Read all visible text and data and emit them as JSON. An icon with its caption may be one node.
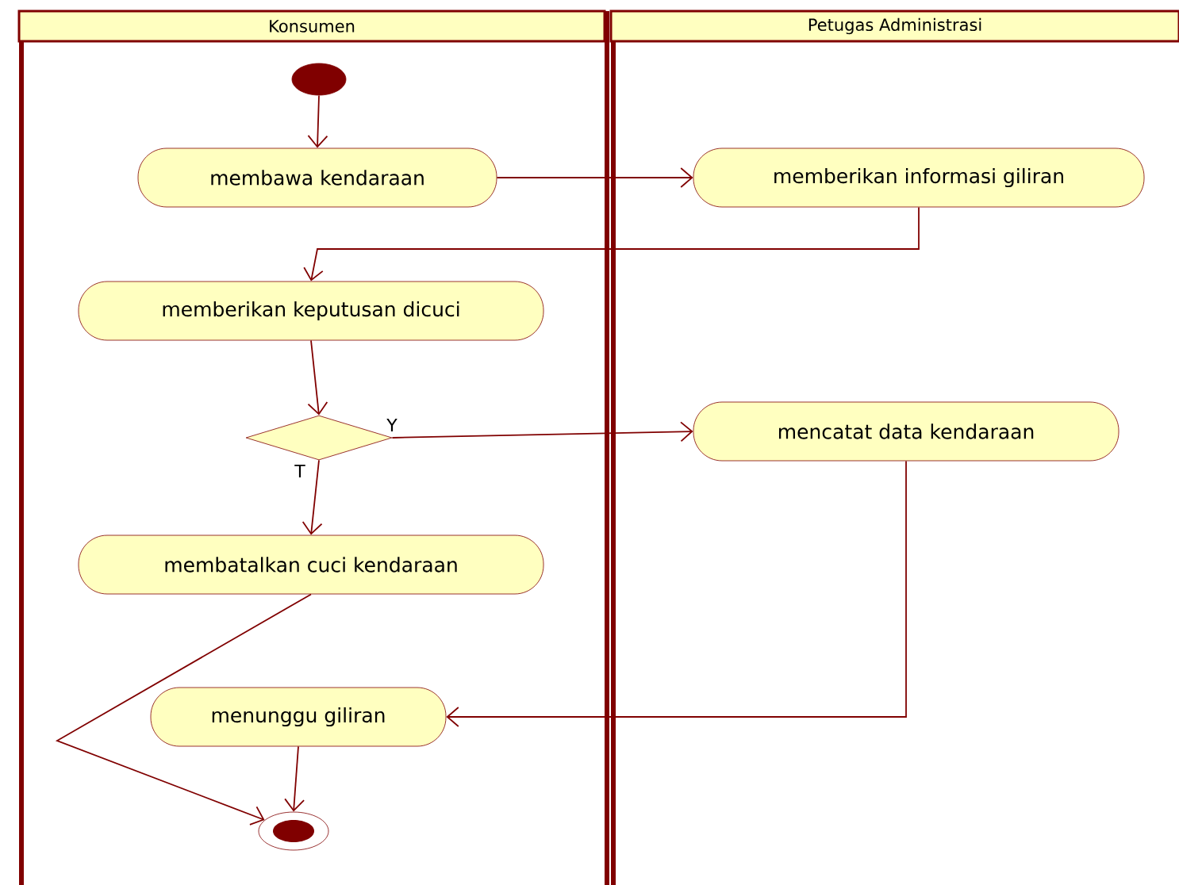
{
  "diagram": {
    "nodes": [
      {
        "text": [
          "Konsumen"
        ]
      },
      {
        "text": [
          "Petugas Administrasi"
        ]
      },
      {
        "text": [],
        "shape": "circle",
        "in": 0
      },
      {
        "text": [
          "membawa kendaraan"
        ],
        "in": 0
      },
      {
        "text": [
          "memberikan informasi giliran"
        ],
        "in": 1
      },
      {
        "text": [
          "memberikan keputusan dicuci"
        ],
        "in": 0
      },
      {
        "text": [],
        "shape": "diamond",
        "in": 0
      },
      {
        "text": [
          "mencatat data kendaraan"
        ],
        "in": 1
      },
      {
        "text": [
          "membatalkan cuci kendaraan"
        ],
        "in": 0
      },
      {
        "text": [
          "menunggu giliran"
        ],
        "in": 0
      },
      {
        "text": [],
        "shape": "bullseye",
        "in": 0
      }
    ],
    "edges": [
      {
        "from": 2,
        "to": 3,
        "arrow": "to"
      },
      {
        "from": 3,
        "to": 4,
        "arrow": "to"
      },
      {
        "from": 4,
        "to": 5,
        "arrow": "to"
      },
      {
        "from": 5,
        "to": 6,
        "arrow": "to"
      },
      {
        "from": 6,
        "to": 7,
        "arrow": "to",
        "label": "Y"
      },
      {
        "from": 6,
        "to": 8,
        "arrow": "to",
        "label": "T"
      },
      {
        "from": 8,
        "to": 10,
        "arrow": "to"
      },
      {
        "from": 7,
        "to": 9,
        "arrow": "to"
      },
      {
        "from": 9,
        "to": 10,
        "arrow": "to"
      }
    ]
  }
}
